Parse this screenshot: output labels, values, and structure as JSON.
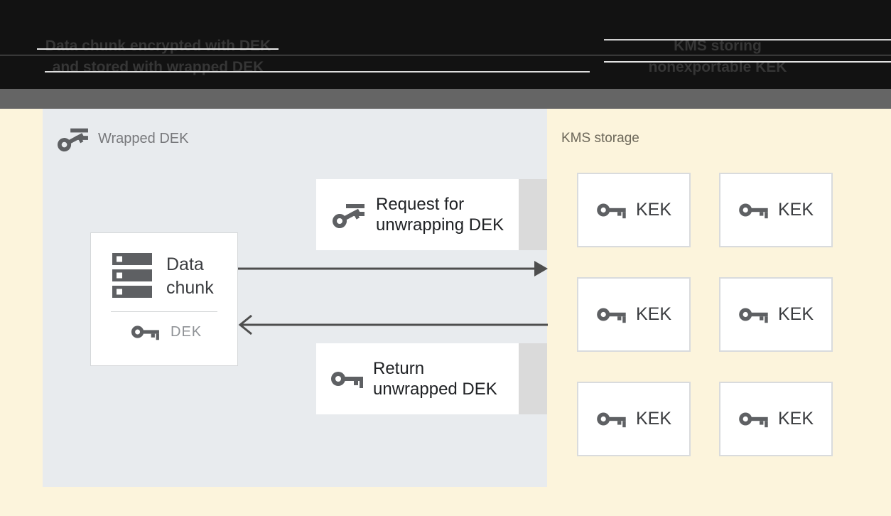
{
  "header": {
    "left_caption": {
      "line1": "Data chunk encrypted with DEK",
      "line2": "and stored with wrapped DEK"
    },
    "right_caption": {
      "line1": "KMS storing",
      "line2": "nonexportable KEK"
    }
  },
  "panel": {
    "title": "Wrapped DEK",
    "data_chunk": {
      "label": "Data chunk",
      "key_label": "DEK"
    },
    "request_box": {
      "line1": "Request for",
      "line2": "unwrapping DEK"
    },
    "return_box": {
      "line1": "Return",
      "line2": "unwrapped DEK"
    }
  },
  "kms": {
    "title": "KMS storage",
    "keks": [
      {
        "label": "KEK"
      },
      {
        "label": "KEK"
      },
      {
        "label": "KEK"
      },
      {
        "label": "KEK"
      },
      {
        "label": "KEK"
      },
      {
        "label": "KEK"
      }
    ]
  },
  "colors": {
    "header_bg": "#121212",
    "gray_bar": "#656565",
    "canvas_bg": "#fcf4dc",
    "panel_bg": "#e8ebee",
    "box_bg": "#ffffff",
    "icon_gray": "#5e6063",
    "arrow_gray": "#4e4e4e"
  }
}
